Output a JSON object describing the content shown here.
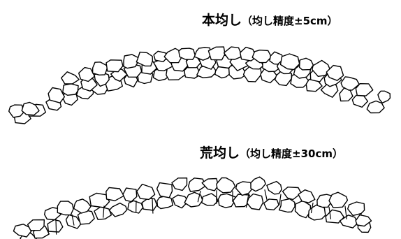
{
  "diagram": {
    "fine_leveling": {
      "label": "本均し",
      "note": "（均し精度±5cm）"
    },
    "rough_leveling": {
      "label": "荒均し",
      "note": "（均し精度±30cm）"
    },
    "colors": {
      "stroke": "#000000",
      "background": "#ffffff"
    }
  }
}
